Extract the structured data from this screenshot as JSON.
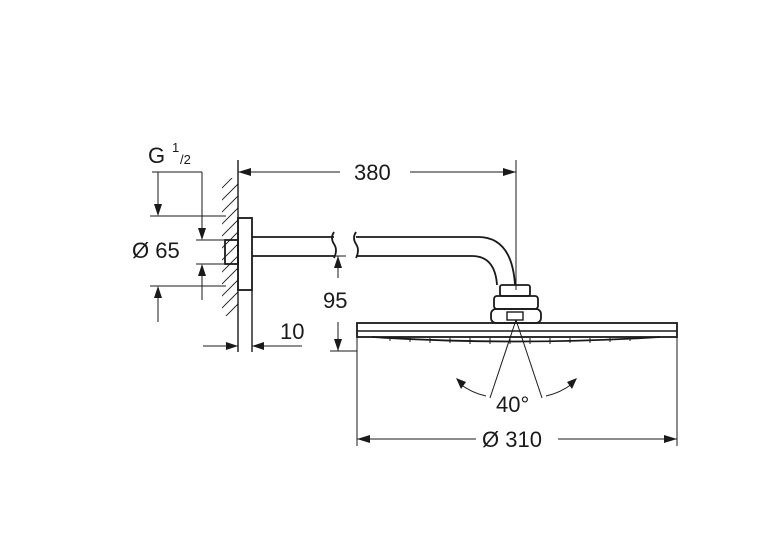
{
  "dimensions": {
    "thread": "G",
    "thread_sup": "1",
    "thread_sub": "/2",
    "flange_diameter": "Ø 65",
    "arm_length": "380",
    "drop_height": "95",
    "wall_offset": "10",
    "spray_angle": "40°",
    "head_diameter": "Ø 310"
  }
}
